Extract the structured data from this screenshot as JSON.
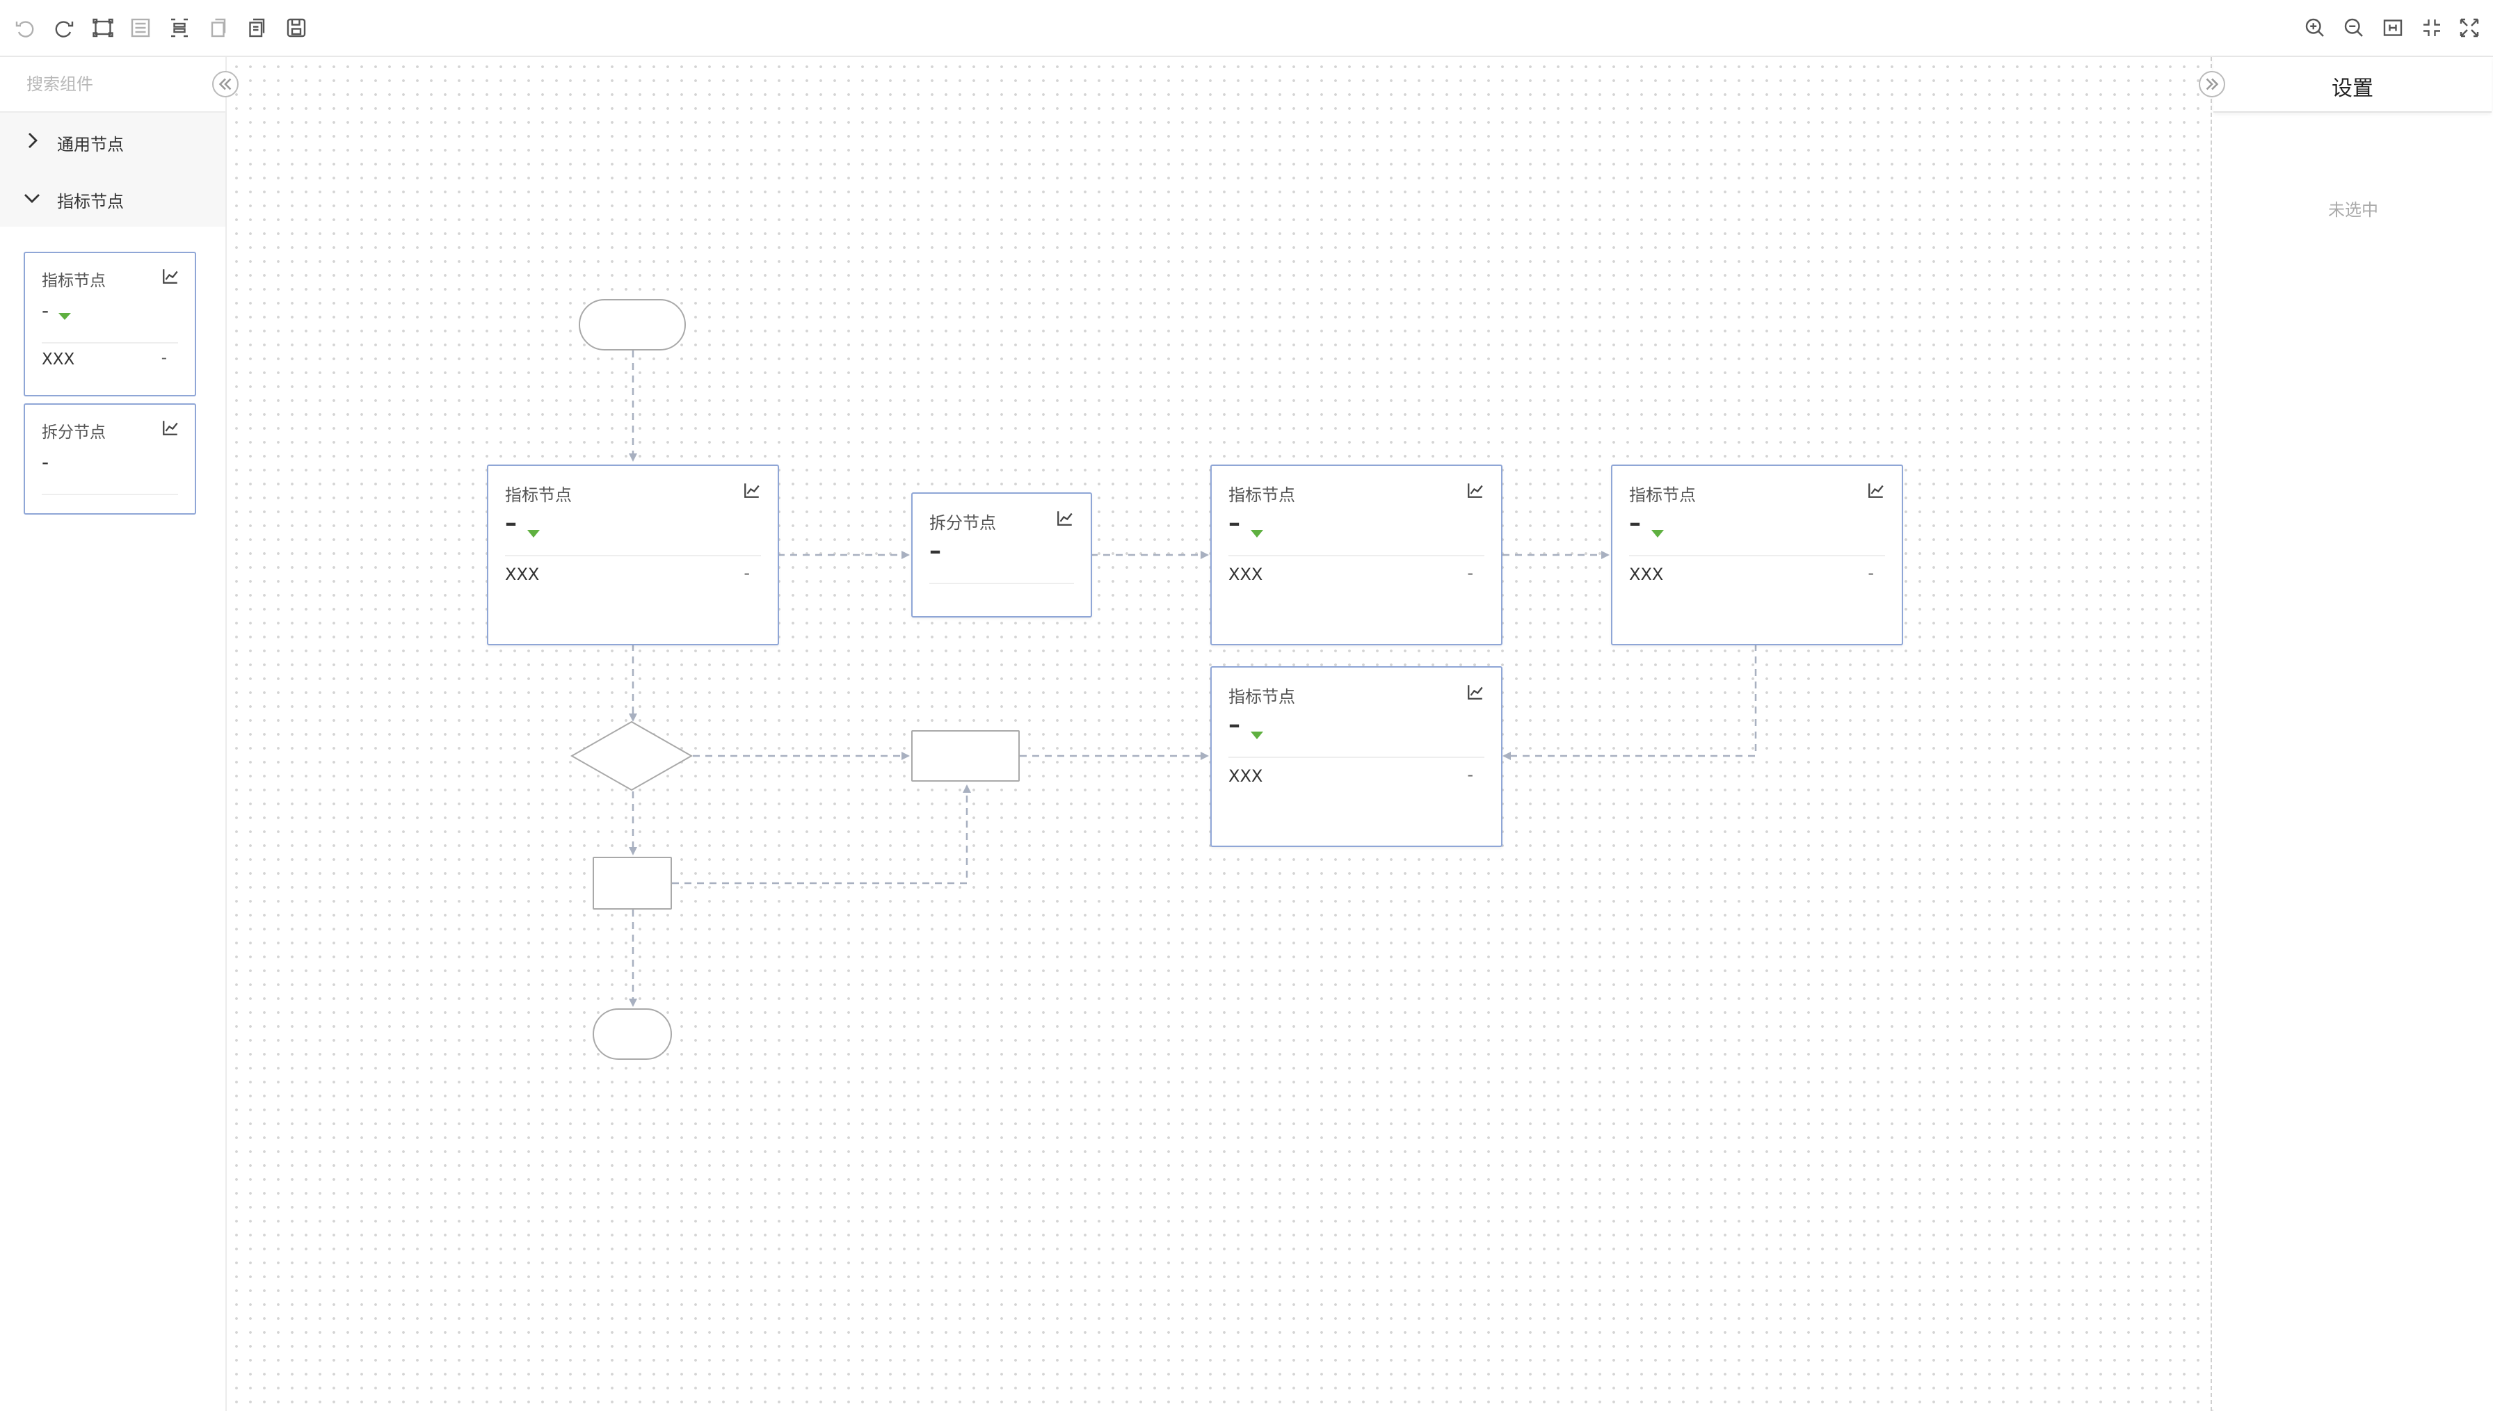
{
  "toolbar": {
    "left_icons": [
      "undo-icon",
      "redo-icon",
      "frame-select-icon",
      "align-icon",
      "fit-content-icon",
      "copy-icon",
      "paste-icon",
      "save-icon"
    ],
    "right_icons": [
      "zoom-in-icon",
      "zoom-out-icon",
      "fit-view-icon",
      "exit-fullscreen-icon",
      "fullscreen-icon"
    ]
  },
  "sidebar": {
    "search_placeholder": "搜索组件",
    "groups": [
      {
        "label": "通用节点",
        "expanded": false
      },
      {
        "label": "指标节点",
        "expanded": true
      }
    ],
    "palette": [
      {
        "title": "指标节点",
        "value": "-",
        "name": "XXX",
        "dash": "-"
      },
      {
        "title": "拆分节点",
        "value": "-"
      }
    ]
  },
  "canvas": {
    "nodes": [
      {
        "title": "指标节点",
        "value": "–",
        "name": "XXX",
        "dash": "-"
      },
      {
        "title": "拆分节点",
        "value": "–"
      },
      {
        "title": "指标节点",
        "value": "–",
        "name": "XXX",
        "dash": "-"
      },
      {
        "title": "指标节点",
        "value": "–",
        "name": "XXX",
        "dash": "-"
      },
      {
        "title": "指标节点",
        "value": "–",
        "name": "XXX",
        "dash": "-"
      }
    ]
  },
  "settings": {
    "title": "设置",
    "empty_text": "未选中"
  },
  "colors": {
    "node_border": "#8fa6d6",
    "trend_down": "#5fb040",
    "edge": "#a8b0c0"
  }
}
